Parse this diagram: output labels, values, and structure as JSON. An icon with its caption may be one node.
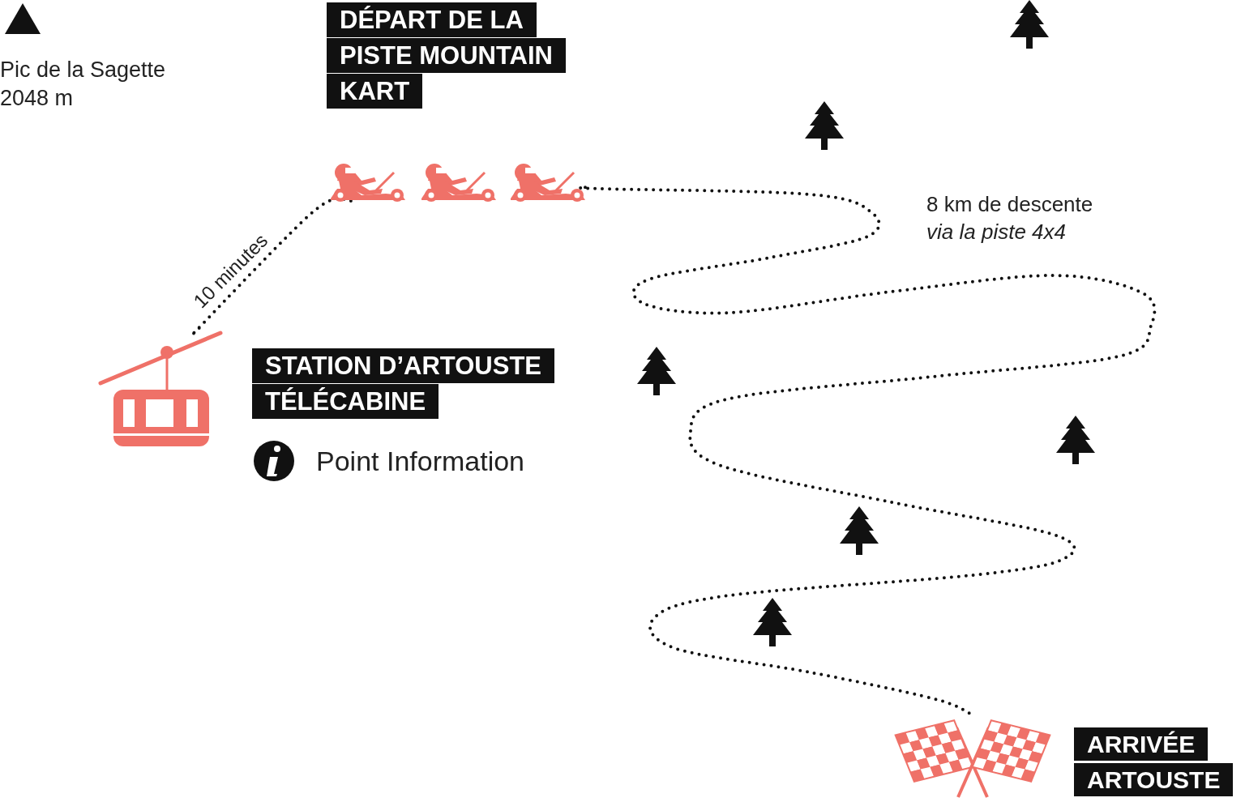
{
  "diagram": {
    "nodes": [
      {
        "text": [
          "DÉPART DE LA PISTE MOUNTAIN KART"
        ]
      },
      {
        "text": [],
        "shape": "picture"
      },
      {
        "text": [
          "STATION D’ARTOUSTE TÉLÉCABINE"
        ]
      },
      {
        "text": [],
        "shape": "picture"
      },
      {
        "text": [],
        "shape": "picture"
      },
      {
        "text": [
          "ARRIVÉE ARTOUSTE"
        ]
      }
    ],
    "edges": [
      {
        "from": 3,
        "to": 1,
        "arrow": "none",
        "label": "10 minutes",
        "style": "dashed"
      },
      {
        "from": 1,
        "to": 4,
        "arrow": "none",
        "label": "8 km de descente *via la piste 4x4*",
        "style": "dashed"
      }
    ],
    "labels": [
      "Pic de la Sagette",
      "2048 m",
      "Point Information"
    ]
  }
}
